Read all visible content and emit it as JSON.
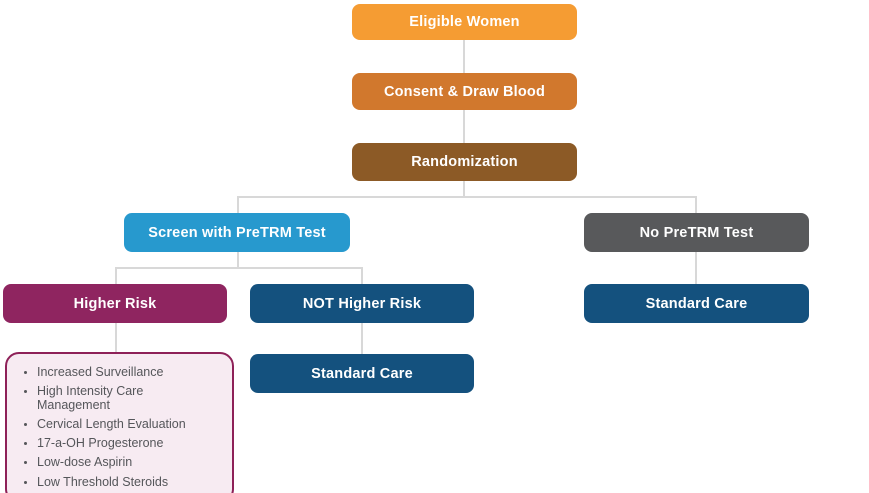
{
  "diagram": {
    "nodes": {
      "eligible_women": {
        "label": "Eligible Women",
        "color": "#F59C33"
      },
      "consent_draw_blood": {
        "label": "Consent & Draw Blood",
        "color": "#D1782D"
      },
      "randomization": {
        "label": "Randomization",
        "color": "#8C5A26"
      },
      "screen_with_pretrm": {
        "label": "Screen with PreTRM Test",
        "color": "#2799CE"
      },
      "no_pretrm": {
        "label": "No PreTRM Test",
        "color": "#58595B"
      },
      "higher_risk": {
        "label": "Higher Risk",
        "color": "#8F2560"
      },
      "not_higher_risk": {
        "label": "NOT Higher Risk",
        "color": "#14517E"
      },
      "standard_care_not_higher": {
        "label": "Standard Care",
        "color": "#14517E"
      },
      "standard_care_no_test": {
        "label": "Standard Care",
        "color": "#14517E"
      }
    },
    "interventions": {
      "items": [
        "Increased Surveillance",
        "High Intensity Care Management",
        "Cervical Length Evaluation",
        "17-a-OH Progesterone",
        "Low-dose Aspirin",
        "Low Threshold Steroids"
      ],
      "fill": "#F7EBF2",
      "border": "#8E2158",
      "text_color": "#55565A"
    },
    "connector_color": "#D8D8D8"
  }
}
